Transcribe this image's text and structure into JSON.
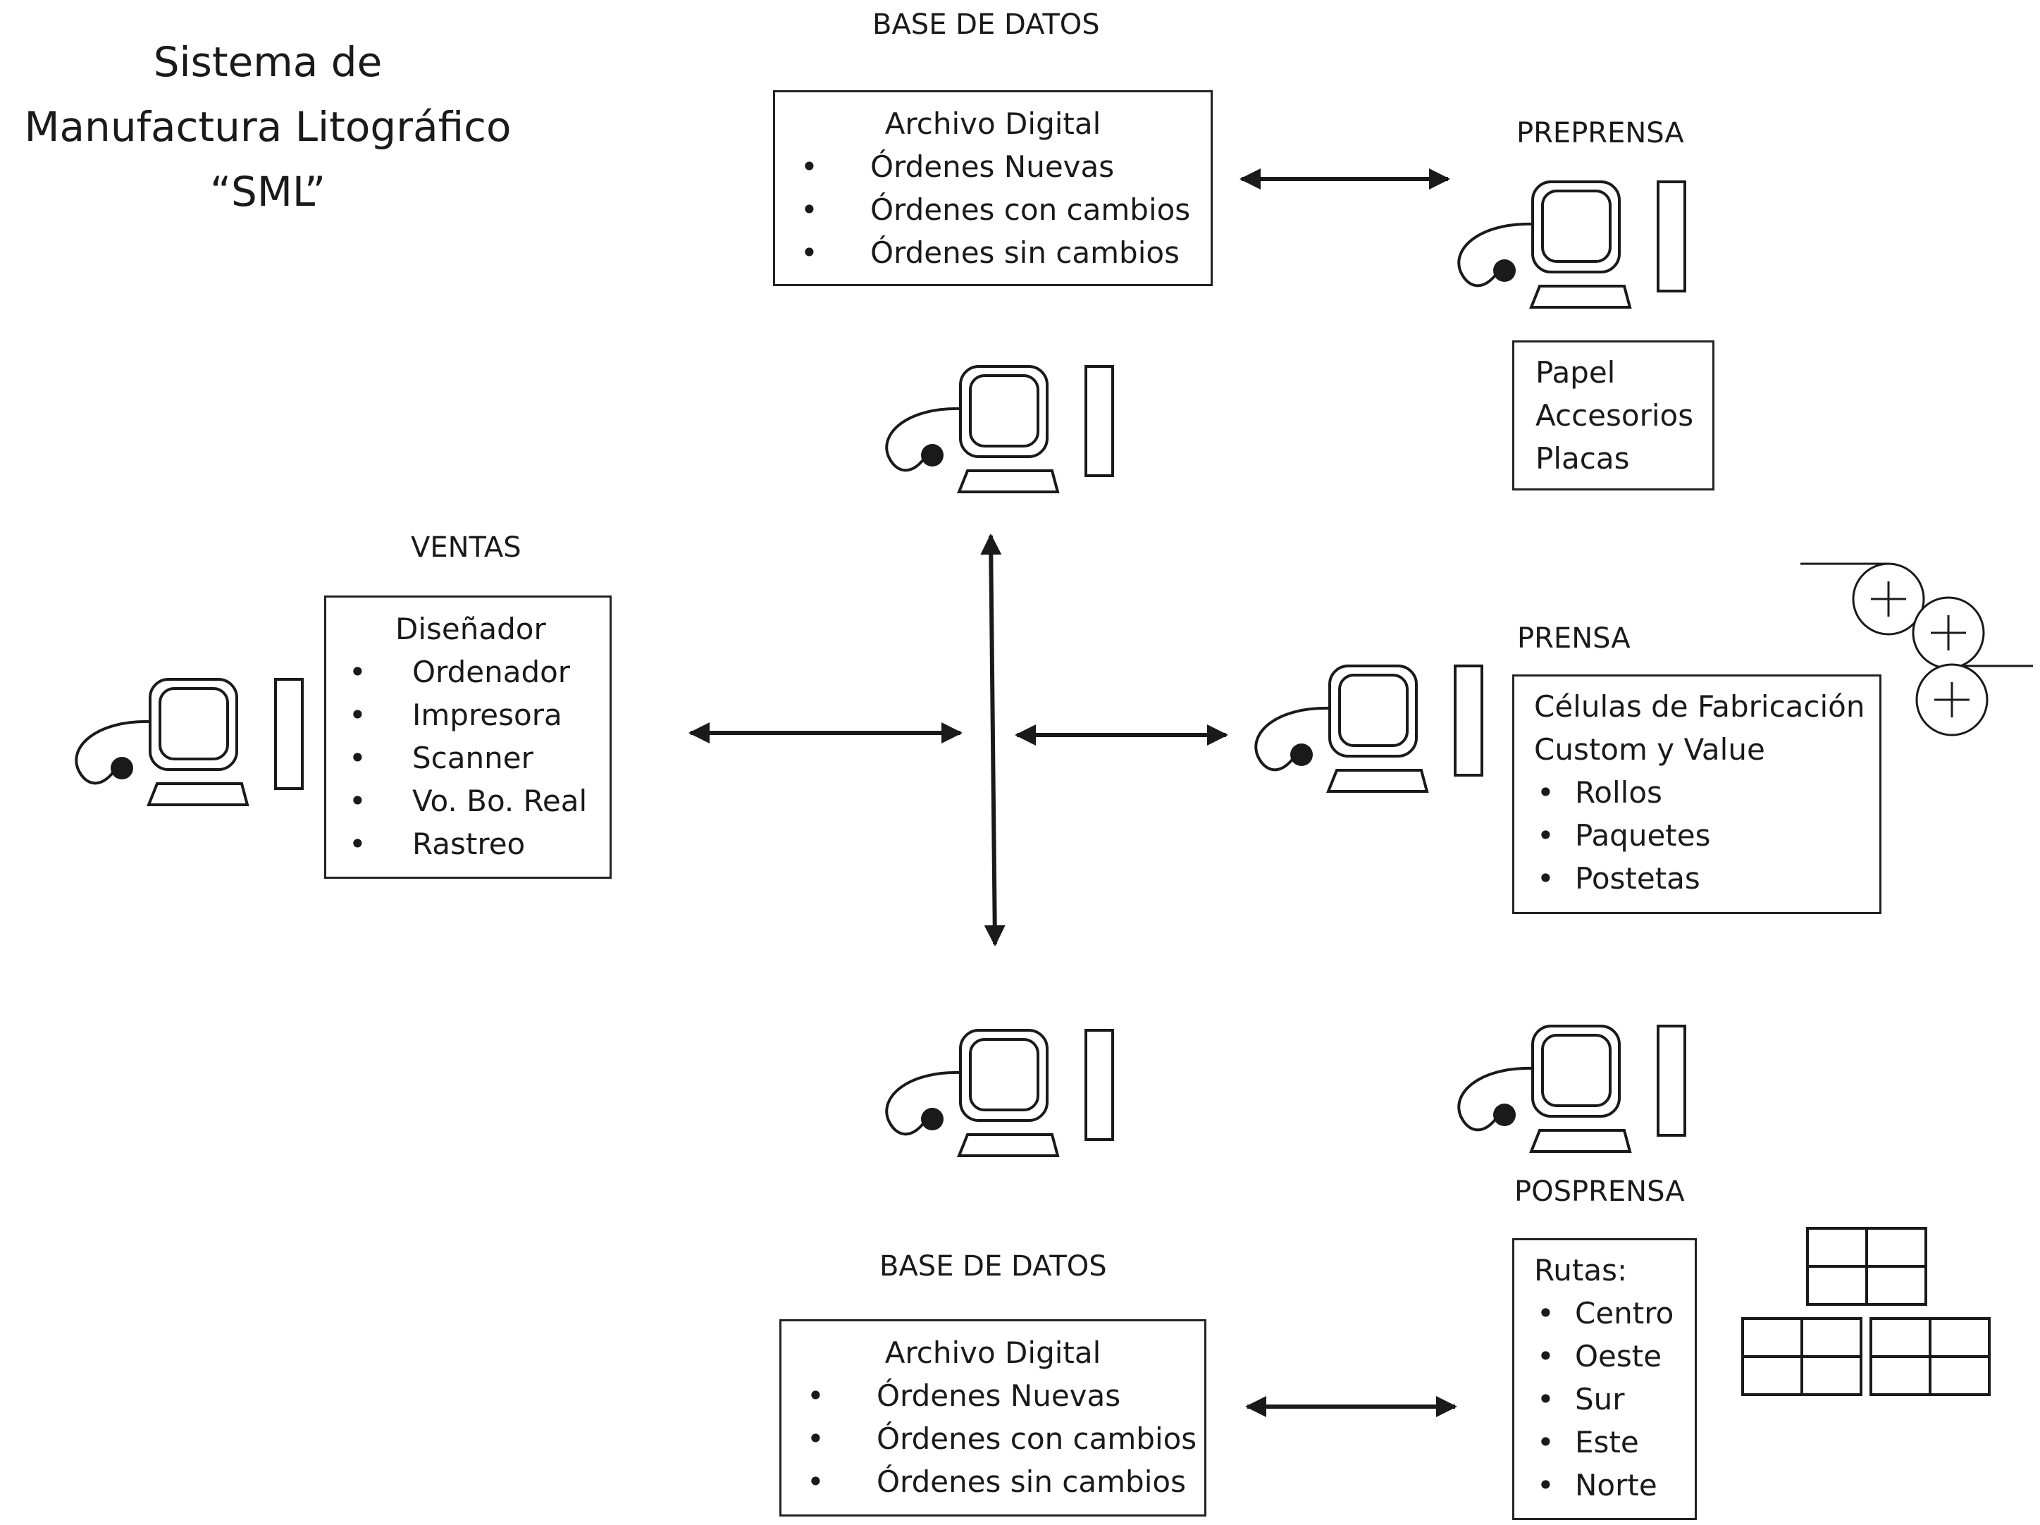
{
  "title_lines": [
    "Sistema de",
    "Manufactura Litográfico",
    "“SML”"
  ],
  "db_top": {
    "label": "BASE DE DATOS",
    "heading": "Archivo Digital",
    "items": [
      "Órdenes Nuevas",
      "Órdenes con cambios",
      "Órdenes sin cambios"
    ]
  },
  "preprensa": {
    "label": "PREPRENSA",
    "items": [
      "Papel",
      "Accesorios",
      "Placas"
    ]
  },
  "ventas": {
    "label": "VENTAS",
    "heading": "Diseñador",
    "items": [
      "Ordenador",
      "Impresora",
      "Scanner",
      "Vo. Bo. Real",
      "Rastreo"
    ]
  },
  "prensa": {
    "label": "PRENSA",
    "lines": [
      "Células de Fabricación",
      "Custom y Value"
    ],
    "items": [
      "Rollos",
      "Paquetes",
      "Postetas"
    ]
  },
  "posprensa": {
    "label": "POSPRENSA",
    "heading": "Rutas:",
    "items": [
      "Centro",
      "Oeste",
      "Sur",
      "Este",
      "Norte"
    ]
  },
  "db_bottom": {
    "label": "BASE DE DATOS",
    "heading": "Archivo Digital",
    "items": [
      "Órdenes Nuevas",
      "Órdenes con cambios",
      "Órdenes sin cambios"
    ]
  },
  "icons": {
    "computer": "desktop-computer-icon",
    "rollers": "press-rollers-icon",
    "packages": "stacked-packages-icon"
  },
  "colors": {
    "line": "#1a1a1a",
    "background": "#ffffff"
  }
}
